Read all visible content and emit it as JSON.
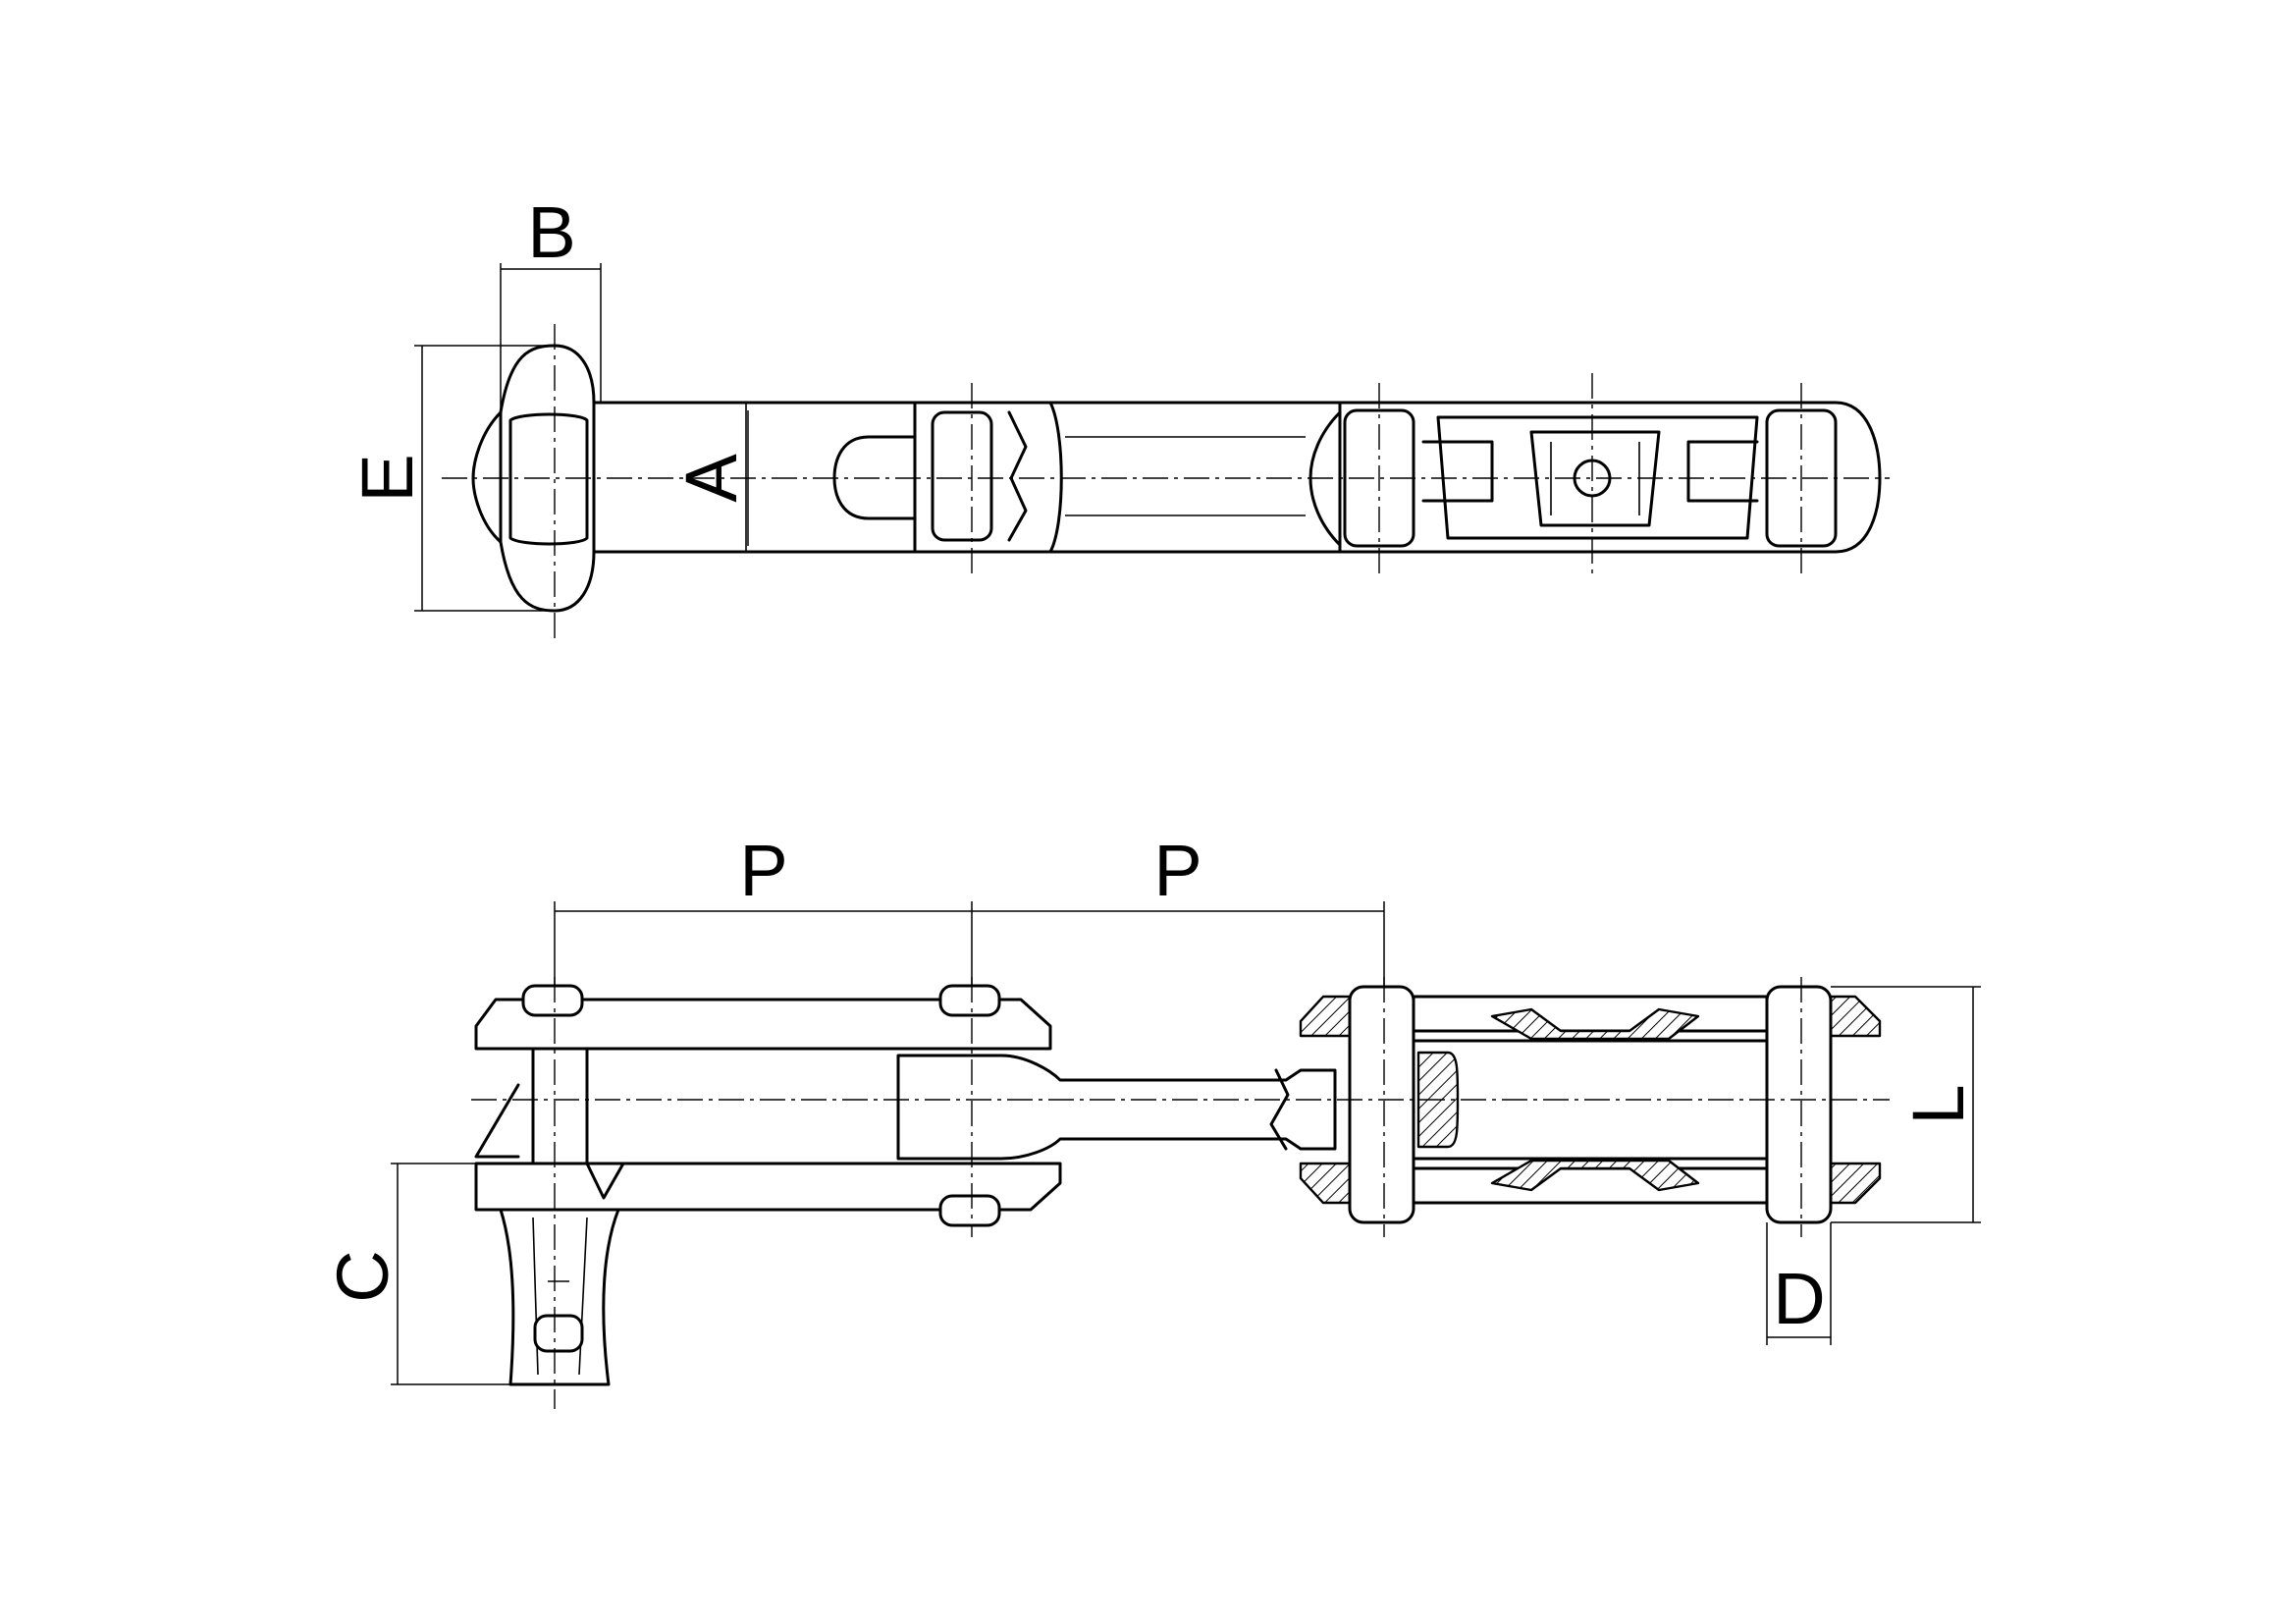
{
  "dimensions": {
    "B": "B",
    "E": "E",
    "A": "A",
    "P1": "P",
    "P2": "P",
    "C": "C",
    "L": "L",
    "D": "D"
  },
  "colors": {
    "line": "#000000",
    "background": "#ffffff"
  }
}
